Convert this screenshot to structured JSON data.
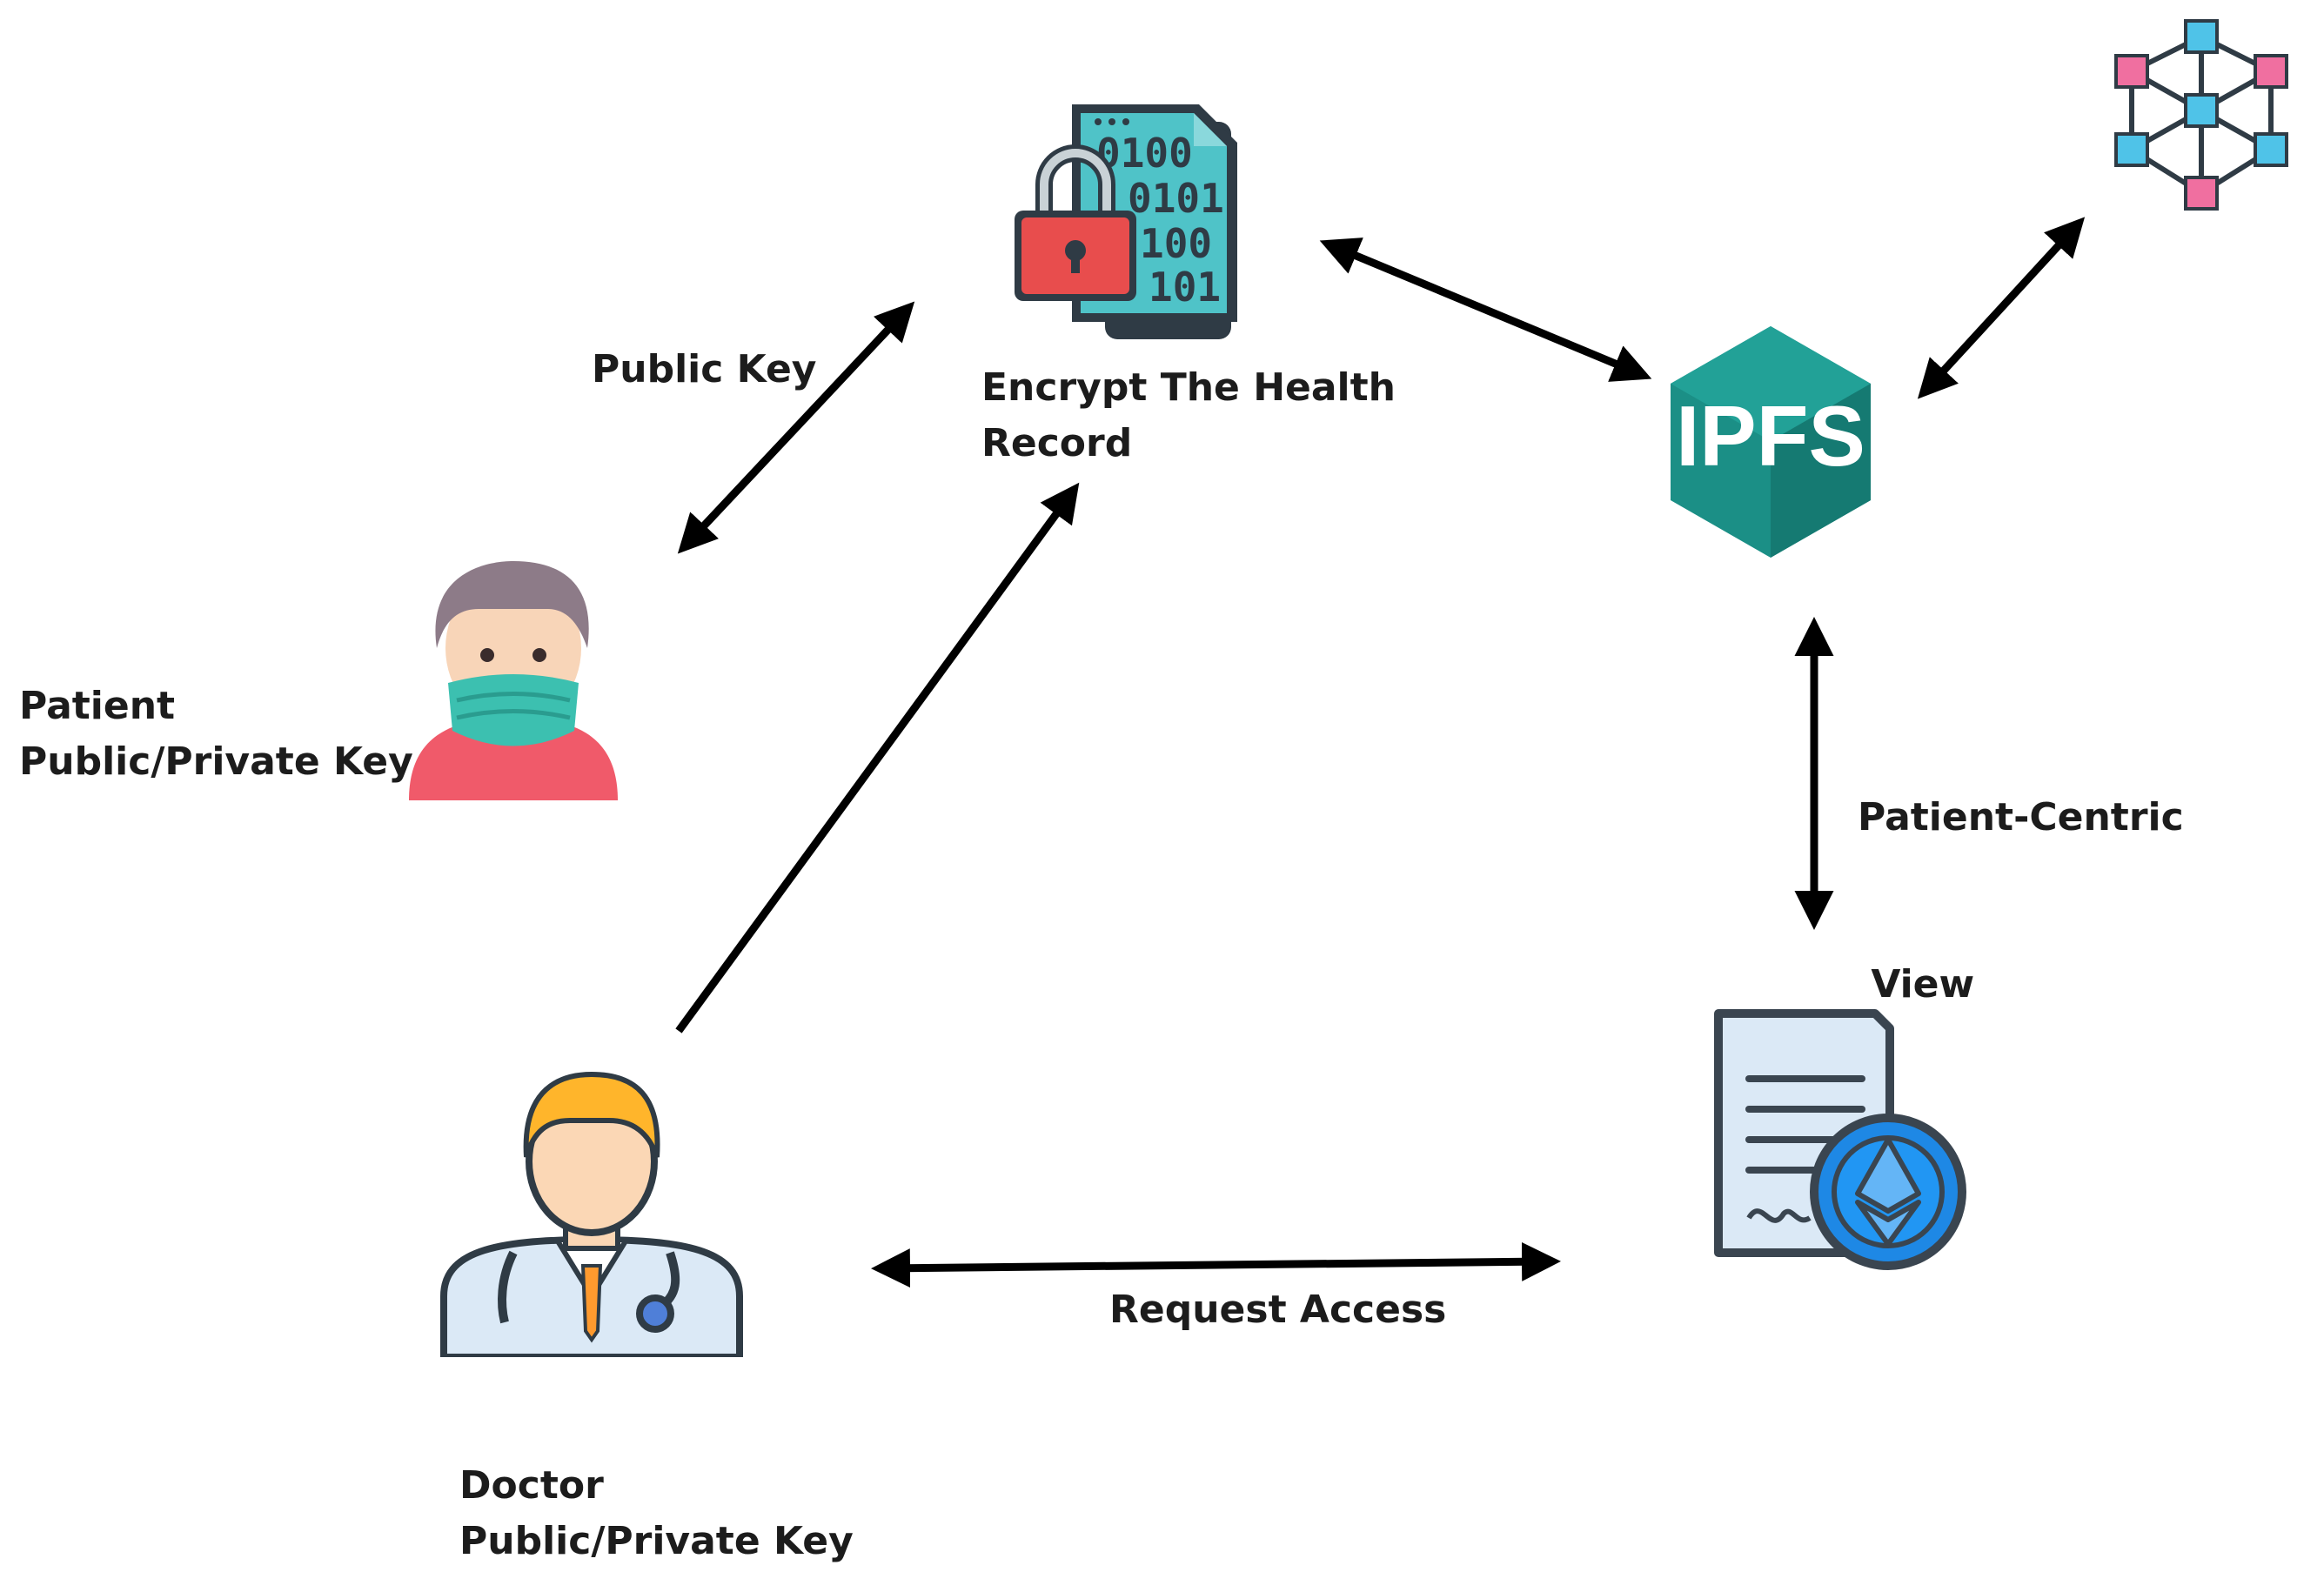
{
  "labels": {
    "encrypt_line1": "Encrypt The Health",
    "encrypt_line2": "Record",
    "public_key": "Public Key",
    "patient_line1": "Patient",
    "patient_line2": "Public/Private Key",
    "patient_centric_line1": "Patient-Centric",
    "patient_centric_line2": " View",
    "request_access": "Request Access",
    "doctor_line1": "Doctor",
    "doctor_line2": "Public/Private Key"
  },
  "icons": {
    "ipfs_text": "IPFS",
    "binary_rows": [
      "0100",
      "0101",
      "100",
      "101"
    ]
  },
  "colors": {
    "arrow": "#000000",
    "ipfs": "#1b8f86",
    "lock": "#e84d4d",
    "file": "#4fc3c8",
    "eth": "#1e88e5"
  }
}
